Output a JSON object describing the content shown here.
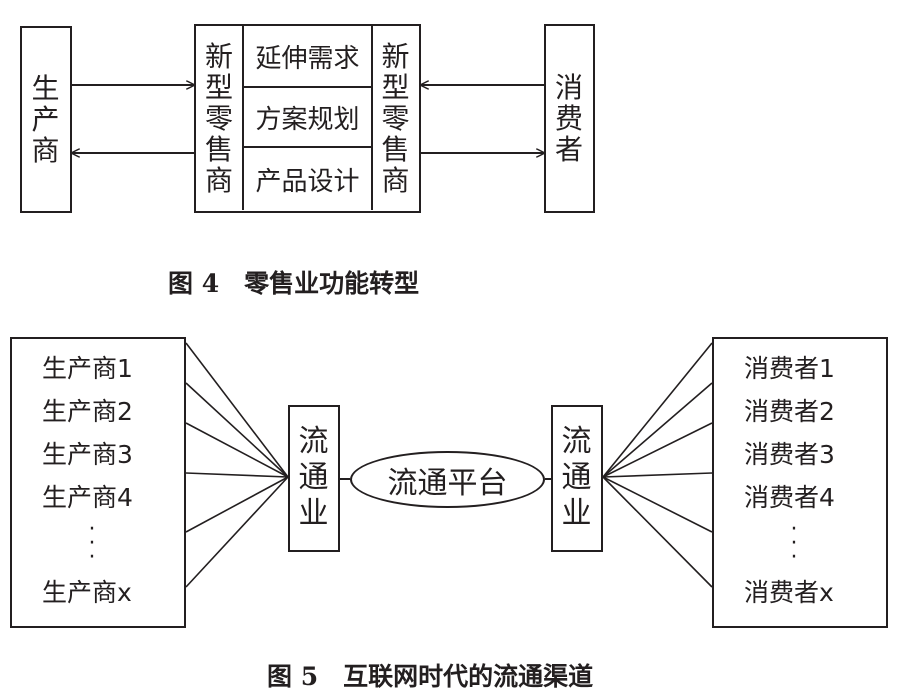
{
  "fig4": {
    "producer": [
      "生",
      "产",
      "商"
    ],
    "new_retailer_left": [
      "新",
      "型",
      "零",
      "售",
      "商"
    ],
    "functions": [
      "延伸需求",
      "方案规划",
      "产品设计"
    ],
    "new_retailer_right": [
      "新",
      "型",
      "零",
      "售",
      "商"
    ],
    "consumer": [
      "消",
      "费",
      "者"
    ],
    "caption": "图 4　零售业功能转型"
  },
  "fig5": {
    "producers": [
      "生产商1",
      "生产商2",
      "生产商3",
      "生产商4",
      "生产商x"
    ],
    "consumers": [
      "消费者1",
      "消费者2",
      "消费者3",
      "消费者4",
      "消费者x"
    ],
    "distribution_left": [
      "流",
      "通",
      "业"
    ],
    "distribution_right": [
      "流",
      "通",
      "业"
    ],
    "platform": "流通平台",
    "caption": "图 5　互联网时代的流通渠道"
  }
}
